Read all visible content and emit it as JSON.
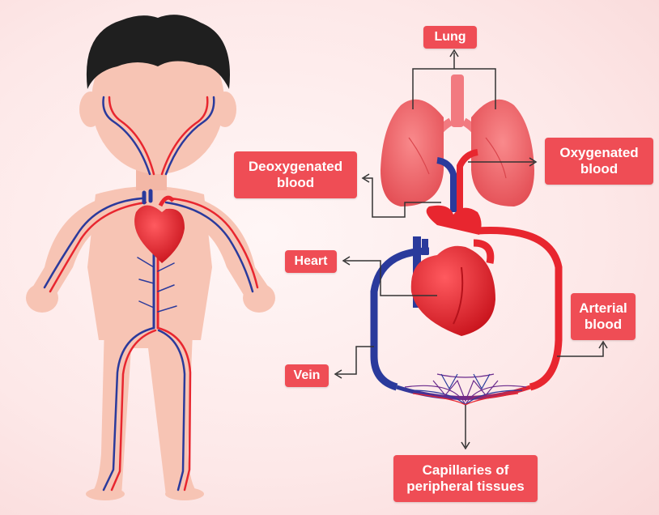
{
  "labels": {
    "lung": "Lung",
    "oxygenated": "Oxygenated blood",
    "deoxygenated": "Deoxygenated blood",
    "heart": "Heart",
    "arterial": "Arterial blood",
    "vein": "Vein",
    "capillaries": "Capillaries of peripheral tissues"
  },
  "colors": {
    "label_bg": "#ef4d55",
    "artery": "#e8262f",
    "vein": "#2a3a9c",
    "skin": "#f7c4b4",
    "hair": "#1f1f1f",
    "lung": "#ee5a60",
    "heart": "#e0222b"
  }
}
